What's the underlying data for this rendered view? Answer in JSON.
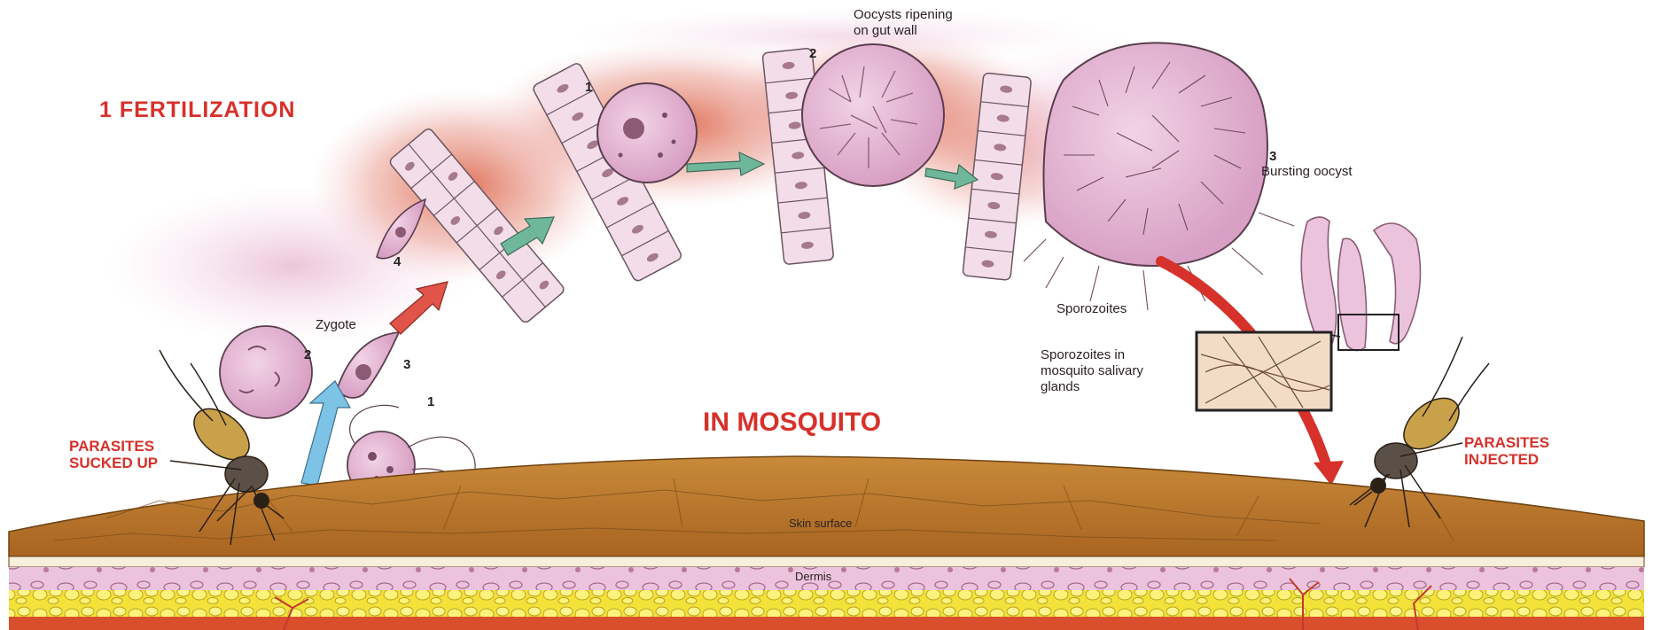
{
  "labels": {
    "fertilization": "1 FERTILIZATION",
    "in_mosquito": "IN MOSQUITO",
    "parasites_sucked_up": "PARASITES\nSUCKED UP",
    "parasites_injected": "PARASITES\nINJECTED",
    "zygote": "Zygote",
    "oocysts_ripening": "Oocysts ripening\non gut wall",
    "bursting_oocyst": "Bursting oocyst",
    "sporozoites": "Sporozoites",
    "sporozoites_glands": "Sporozoites in\nmosquito salivary\nglands",
    "skin_surface": "Skin surface",
    "dermis": "Dermis"
  },
  "step_numbers": {
    "gamete_1": "1",
    "zygote_2": "2",
    "zygote_3": "3",
    "ookinete_4": "4",
    "oocyst_1": "1",
    "oocyst_2": "2",
    "oocyst_3": "3"
  },
  "colors": {
    "title_red": "#d6312a",
    "skin_brown": "#b5742a",
    "cell_pink": "#e9bcd6",
    "gut_wash": "#d9583a",
    "arrow_teal": "#6fb79a",
    "arrow_blue": "#7cc3e6"
  },
  "icons": [
    "mosquito-left-icon",
    "mosquito-right-icon",
    "salivary-gland-icon"
  ]
}
